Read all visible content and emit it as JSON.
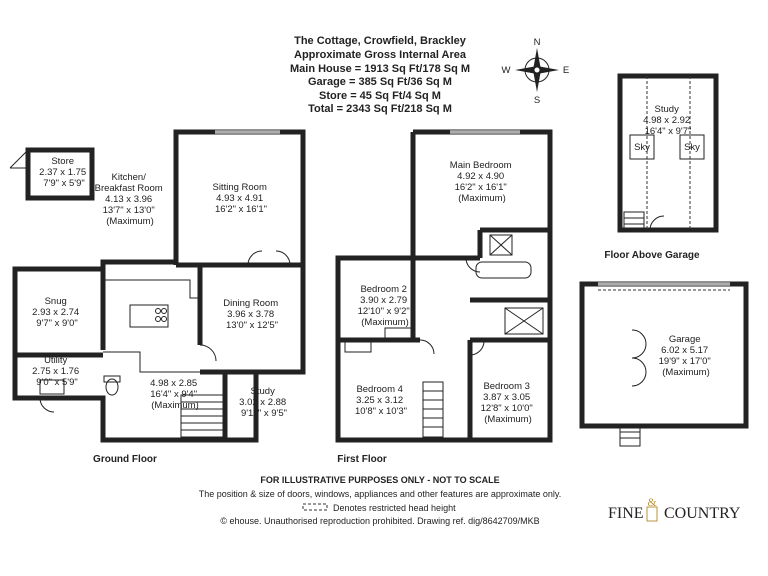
{
  "header": {
    "title": "The Cottage, Crowfield, Brackley",
    "area_heading": "Approximate Gross Internal Area",
    "main_house": "Main House = 1913 Sq Ft/178 Sq M",
    "garage": "Garage = 385 Sq Ft/36 Sq M",
    "store": "Store = 45 Sq Ft/4 Sq M",
    "total": "Total = 2343 Sq Ft/218 Sq M"
  },
  "compass": {
    "n": "N",
    "s": "S",
    "e": "E",
    "w": "W"
  },
  "floor_labels": {
    "ground": "Ground Floor",
    "first": "First Floor",
    "above_garage": "Floor Above Garage"
  },
  "rooms": {
    "store": [
      "Store",
      "2.37 x 1.75",
      "7'9\" x 5'9\""
    ],
    "kitchen": [
      "Kitchen/",
      "Breakfast Room",
      "4.13 x 3.96",
      "13'7\" x 13'0\"",
      "(Maximum)"
    ],
    "sitting": [
      "Sitting Room",
      "4.93 x 4.91",
      "16'2\" x 16'1\""
    ],
    "snug": [
      "Snug",
      "2.93 x 2.74",
      "9'7\" x 9'0\""
    ],
    "dining": [
      "Dining Room",
      "3.96 x 3.78",
      "13'0\" x 12'5\""
    ],
    "utility": [
      "Utility",
      "2.75 x 1.76",
      "9'0\" x 5'9\""
    ],
    "hall": [
      "4.98 x 2.85",
      "16'4\" x 9'4\"",
      "(Maximum)"
    ],
    "study_ground": [
      "Study",
      "3.02 x 2.88",
      "9'11\" x 9'5\""
    ],
    "main_bedroom": [
      "Main Bedroom",
      "4.92 x 4.90",
      "16'2\" x 16'1\"",
      "(Maximum)"
    ],
    "bedroom2": [
      "Bedroom 2",
      "3.90 x 2.79",
      "12'10\" x 9'2\"",
      "(Maximum)"
    ],
    "bedroom4": [
      "Bedroom 4",
      "3.25 x 3.12",
      "10'8\" x 10'3\""
    ],
    "bedroom3": [
      "Bedroom 3",
      "3.87 x 3.05",
      "12'8\" x 10'0\"",
      "(Maximum)"
    ],
    "study_upper": [
      "Study",
      "4.98 x 2.92",
      "16'4\" x 9'7\""
    ],
    "sky_left": "Sky",
    "sky_right": "Sky",
    "garage": [
      "Garage",
      "6.02 x 5.17",
      "19'9\" x 17'0\"",
      "(Maximum)"
    ]
  },
  "footer": {
    "disclaimer": "FOR ILLUSTRATIVE PURPOSES ONLY - NOT TO SCALE",
    "note": "The position & size of doors, windows, appliances and other features are approximate only.",
    "legend": "Denotes restricted head height",
    "copyright": "© ehouse. Unauthorised reproduction prohibited. Drawing ref. dig/8642709/MKB"
  },
  "logo": {
    "left": "Fine",
    "amp": "&",
    "right": "Country"
  }
}
